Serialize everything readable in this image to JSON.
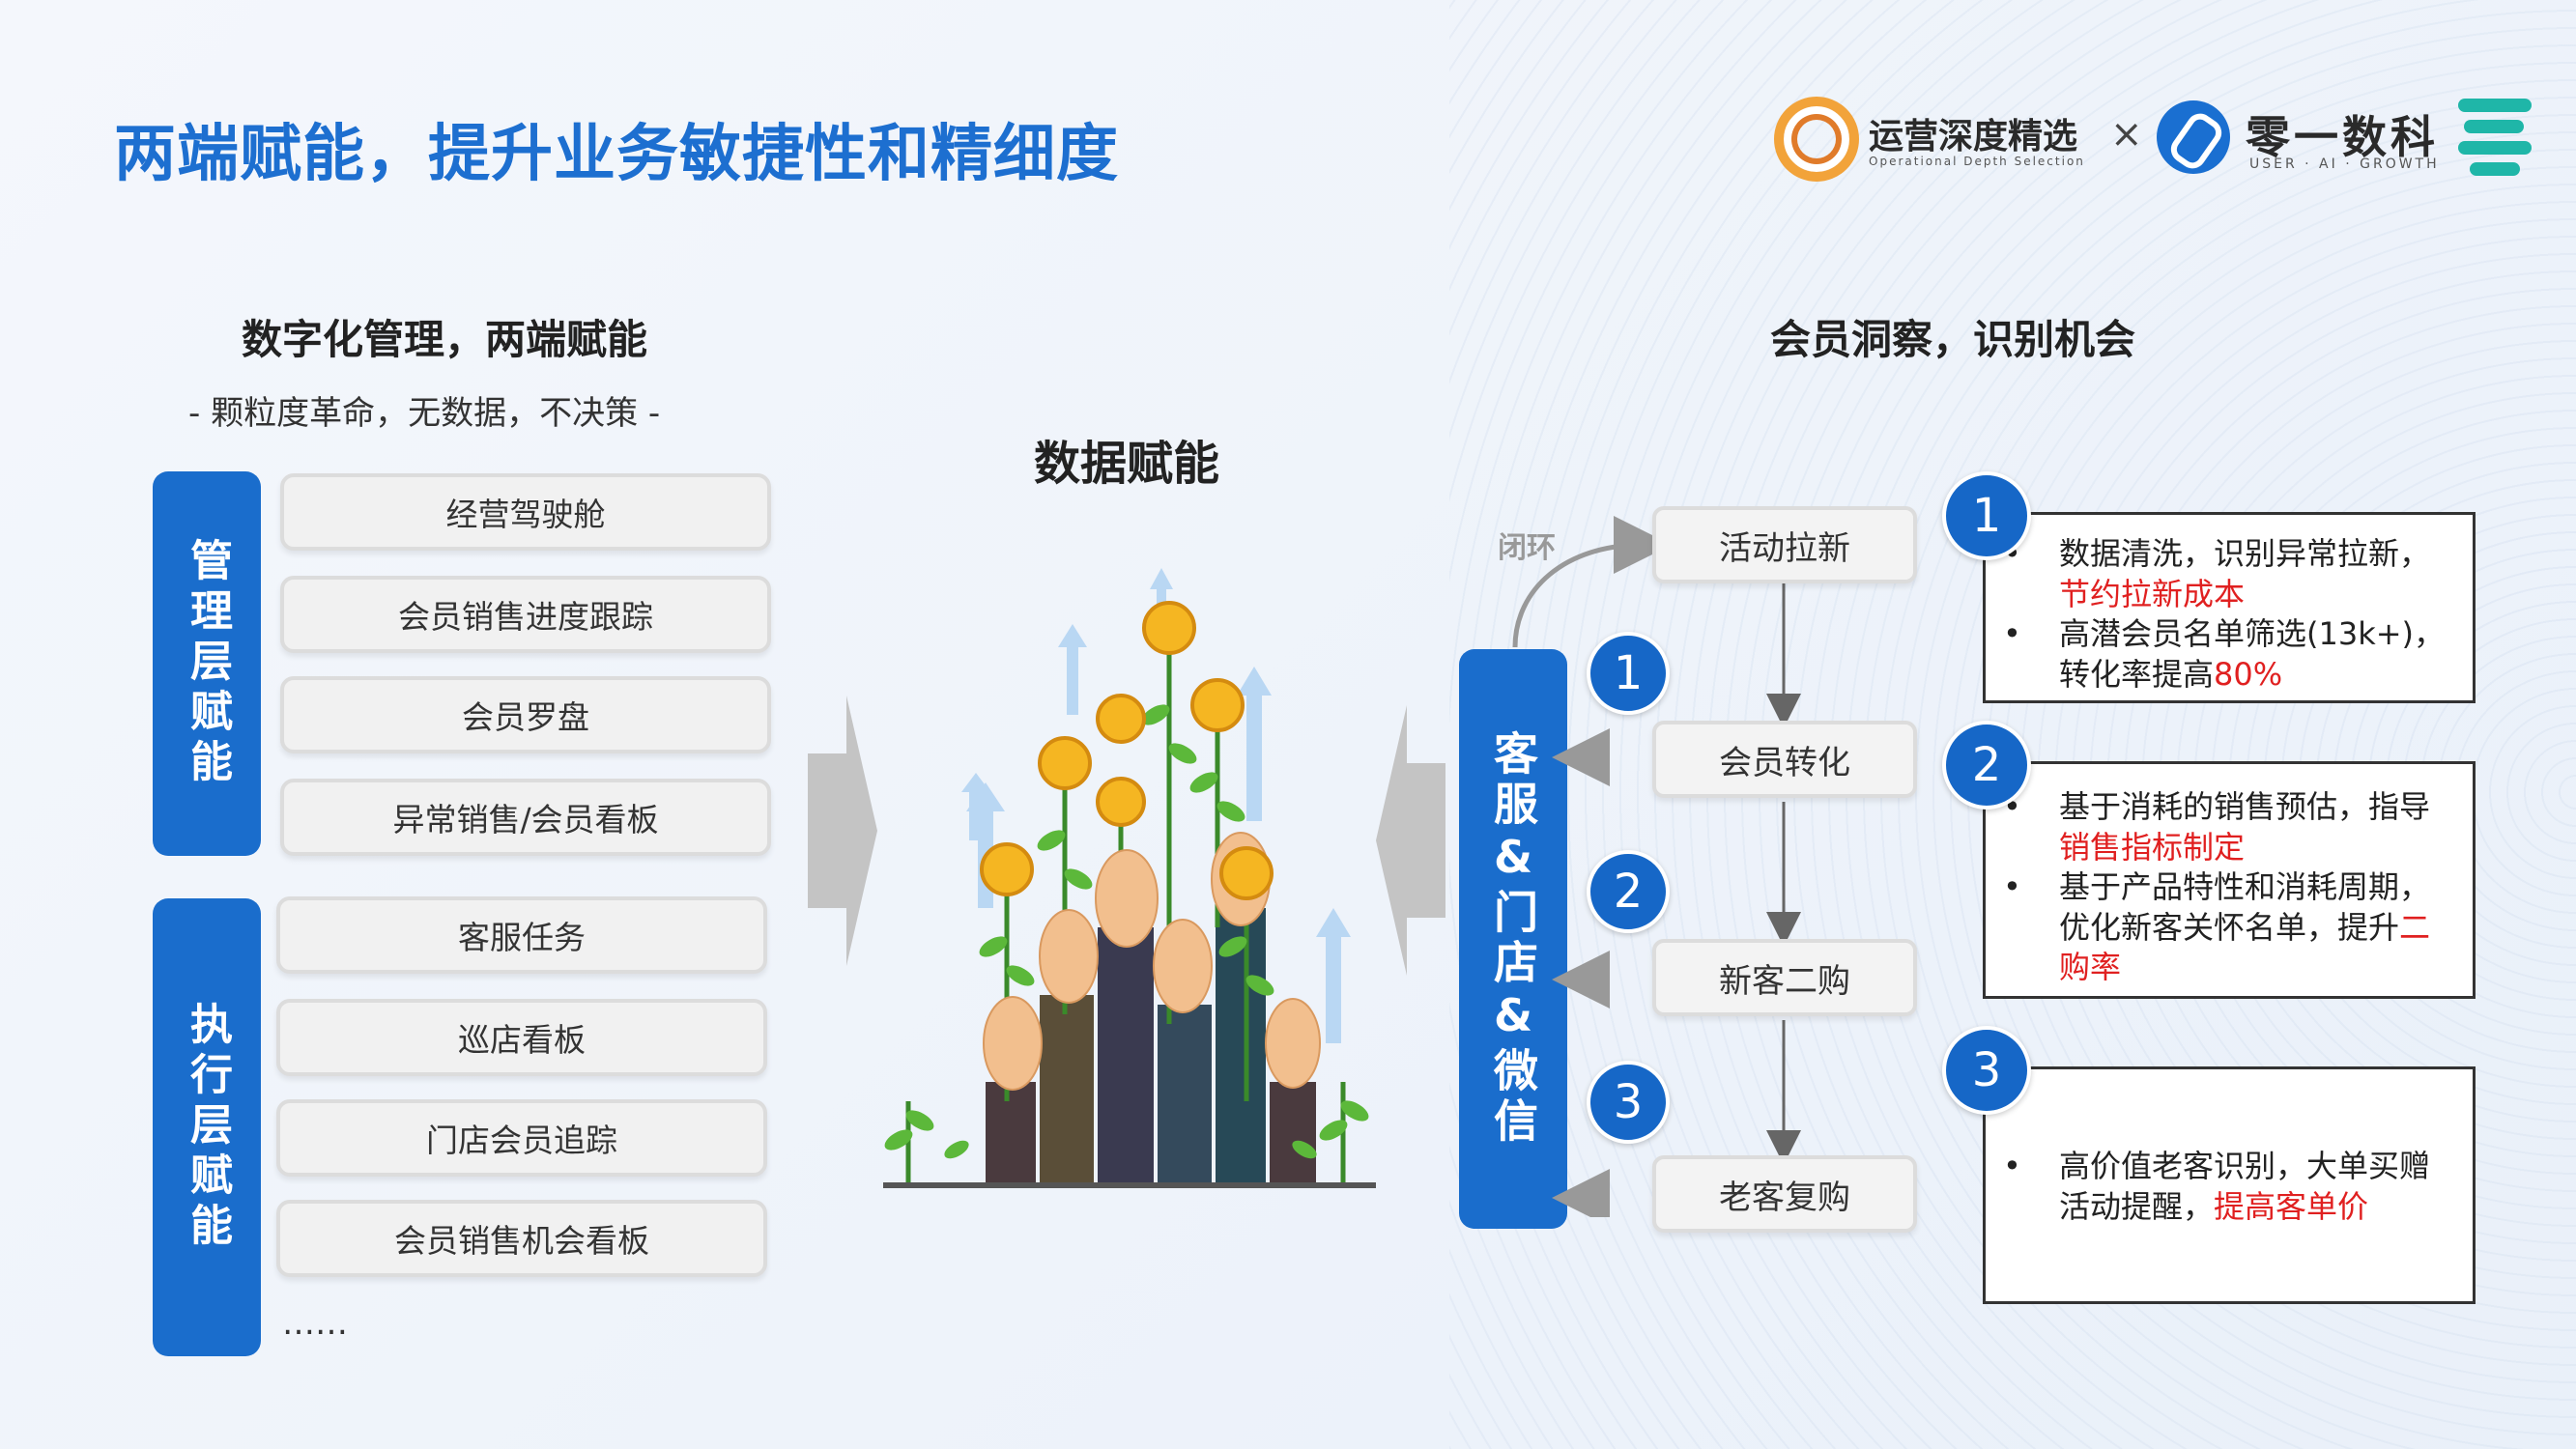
{
  "title": "两端赋能，提升业务敏捷性和精细度",
  "logos": {
    "brand_a_name": "运营深度精选",
    "brand_a_sub": "Operational Depth Selection",
    "separator": "×",
    "brand_b_name": "零一数科",
    "brand_b_sub": "USER · AI · GROWTH"
  },
  "left": {
    "heading": "数字化管理，两端赋能",
    "subheading": "- 颗粒度革命，无数据，不决策 -",
    "management": {
      "label": "管理层赋能",
      "items": [
        "经营驾驶舱",
        "会员销售进度跟踪",
        "会员罗盘",
        "异常销售/会员看板"
      ]
    },
    "execution": {
      "label": "执行层赋能",
      "items": [
        "客服任务",
        "巡店看板",
        "门店会员追踪",
        "会员销售机会看板"
      ]
    },
    "ellipsis": "……"
  },
  "center": {
    "heading": "数据赋能"
  },
  "right": {
    "heading": "会员洞察，识别机会",
    "bar_label": "客服&门店&微信",
    "closed_loop": "闭环",
    "flow": [
      "活动拉新",
      "会员转化",
      "新客二购",
      "老客复购"
    ],
    "numbers": [
      "1",
      "2",
      "3"
    ],
    "cards": [
      {
        "num": "1",
        "items": [
          {
            "text": "数据清洗，识别异常拉新，",
            "highlight": "节约拉新成本"
          },
          {
            "text": "高潜会员名单筛选(13k+)，转化率提高",
            "highlight": "80%"
          }
        ]
      },
      {
        "num": "2",
        "items": [
          {
            "text": "基于消耗的销售预估，指导",
            "highlight": "销售指标制定"
          },
          {
            "text": "基于产品特性和消耗周期，优化新客关怀名单，提升",
            "highlight": "二购率"
          }
        ]
      },
      {
        "num": "3",
        "items": [
          {
            "text": "高价值老客识别，大单买赠活动提醒，",
            "highlight": "提高客单价"
          }
        ]
      }
    ]
  },
  "colors": {
    "brand_blue": "#1a6dcc",
    "title_blue": "#1d6fd0",
    "highlight_red": "#e02020",
    "teal": "#1fb6a8"
  }
}
